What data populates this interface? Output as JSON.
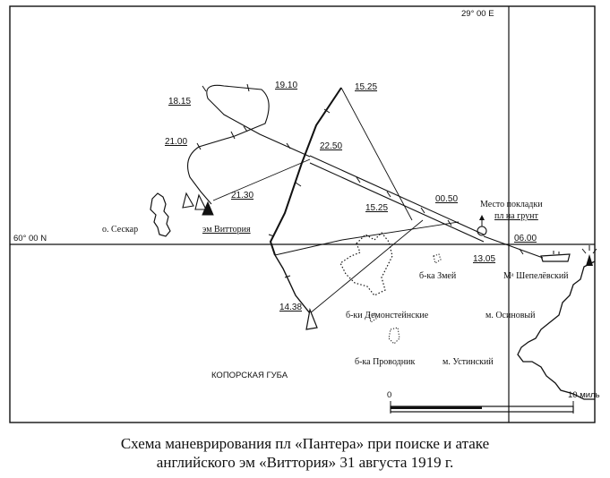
{
  "map": {
    "longitude_label": "29° 00 E",
    "latitude_label": "60° 00 N",
    "places": {
      "seskar": "о. Сескар",
      "vittoria": "эм Виттория",
      "zmey": "б-ка Змей",
      "demonsteinskie": "б-ки Демонстейнские",
      "provodnik": "б-ка Проводник",
      "shepelevsky": "Мᵃ Шепелёвский",
      "osinovy": "м. Осиновый",
      "ustinsky": "м. Устинский",
      "koporskaya": "КОПОРСКАЯ ГУБА"
    },
    "mooring": {
      "line1": "Место покладки",
      "line2": "пл на грунт"
    },
    "times": {
      "t1915": "19.10",
      "t1815": "18.15",
      "t1525a": "15.25",
      "t2100": "21.00",
      "t2250": "22.50",
      "t2130": "21.30",
      "t1525b": "15.25",
      "t0050": "00.50",
      "t0600": "06.00",
      "t1305": "13.05",
      "t1438": "14.38"
    },
    "scale": {
      "zero": "0",
      "ten": "10 миль"
    }
  },
  "caption": {
    "line1": "Схема маневрирования пл «Пантера» при поиске и атаке",
    "line2": "английского эм «Виттория» 31 августа 1919 г."
  }
}
